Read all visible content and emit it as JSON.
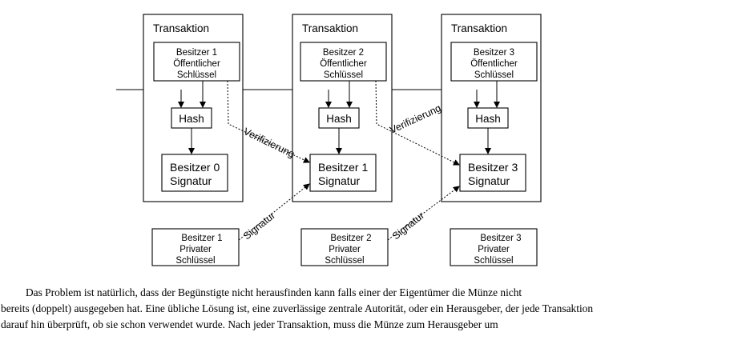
{
  "transactions": [
    {
      "title": "Transaktion",
      "key_lines": [
        "Besitzer 1",
        "Öffentlicher",
        "Schlüssel"
      ],
      "hash": "Hash",
      "sig_lines": [
        "Besitzer 0",
        "Signatur"
      ]
    },
    {
      "title": "Transaktion",
      "key_lines": [
        "Besitzer 2",
        "Öffentlicher",
        "Schlüssel"
      ],
      "hash": "Hash",
      "sig_lines": [
        "Besitzer 1",
        "Signatur"
      ]
    },
    {
      "title": "Transaktion",
      "key_lines": [
        "Besitzer 3",
        "Öffentlicher",
        "Schlüssel"
      ],
      "hash": "Hash",
      "sig_lines": [
        "Besitzer 3",
        "Signatur"
      ]
    }
  ],
  "private_keys": [
    [
      "Besitzer 1",
      "Privater",
      "Schlüssel"
    ],
    [
      "Besitzer 2",
      "Privater",
      "Schlüssel"
    ],
    [
      "Besitzer 3",
      "Privater",
      "Schlüssel"
    ]
  ],
  "edge_labels": {
    "verify": "Verifizierung",
    "sign": "Signatur"
  },
  "paragraph": [
    "Das Problem ist natürlich, dass der Begünstigte nicht herausfinden kann falls einer der Eigentümer die Münze nicht",
    "bereits (doppelt) ausgegeben hat. Eine übliche Lösung ist, eine zuverlässige zentrale Autorität, oder ein Herausgeber,  der jede Transaktion",
    "darauf hin überprüft, ob sie schon verwendet wurde. Nach jeder Transaktion, muss die Münze zum Herausgeber um"
  ]
}
